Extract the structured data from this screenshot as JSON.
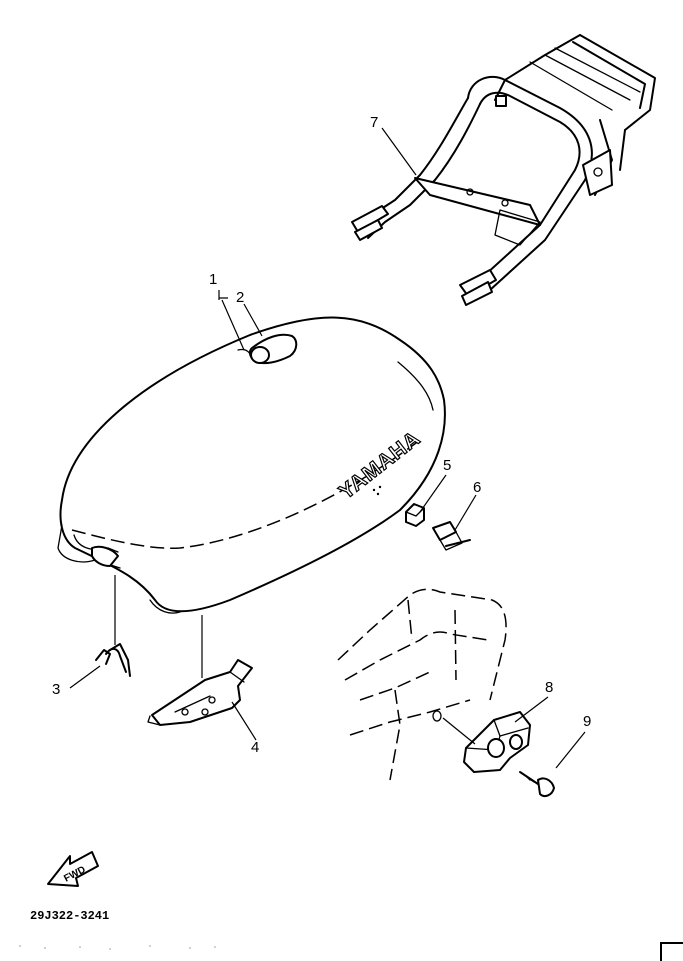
{
  "diagram": {
    "drawing_code": "29J322-3241",
    "brand_mark": "YAMAHA",
    "fwd_label": "FWD",
    "callouts": [
      {
        "number": "1",
        "part": "seat-assembly"
      },
      {
        "number": "2",
        "part": "seat-strap"
      },
      {
        "number": "3",
        "part": "seat-lock-spring-clip"
      },
      {
        "number": "4",
        "part": "seat-hinge-bracket"
      },
      {
        "number": "5",
        "part": "nut"
      },
      {
        "number": "6",
        "part": "bolt"
      },
      {
        "number": "7",
        "part": "rear-carrier"
      },
      {
        "number": "8",
        "part": "seat-lock-bracket"
      },
      {
        "number": "9",
        "part": "screw"
      }
    ]
  }
}
